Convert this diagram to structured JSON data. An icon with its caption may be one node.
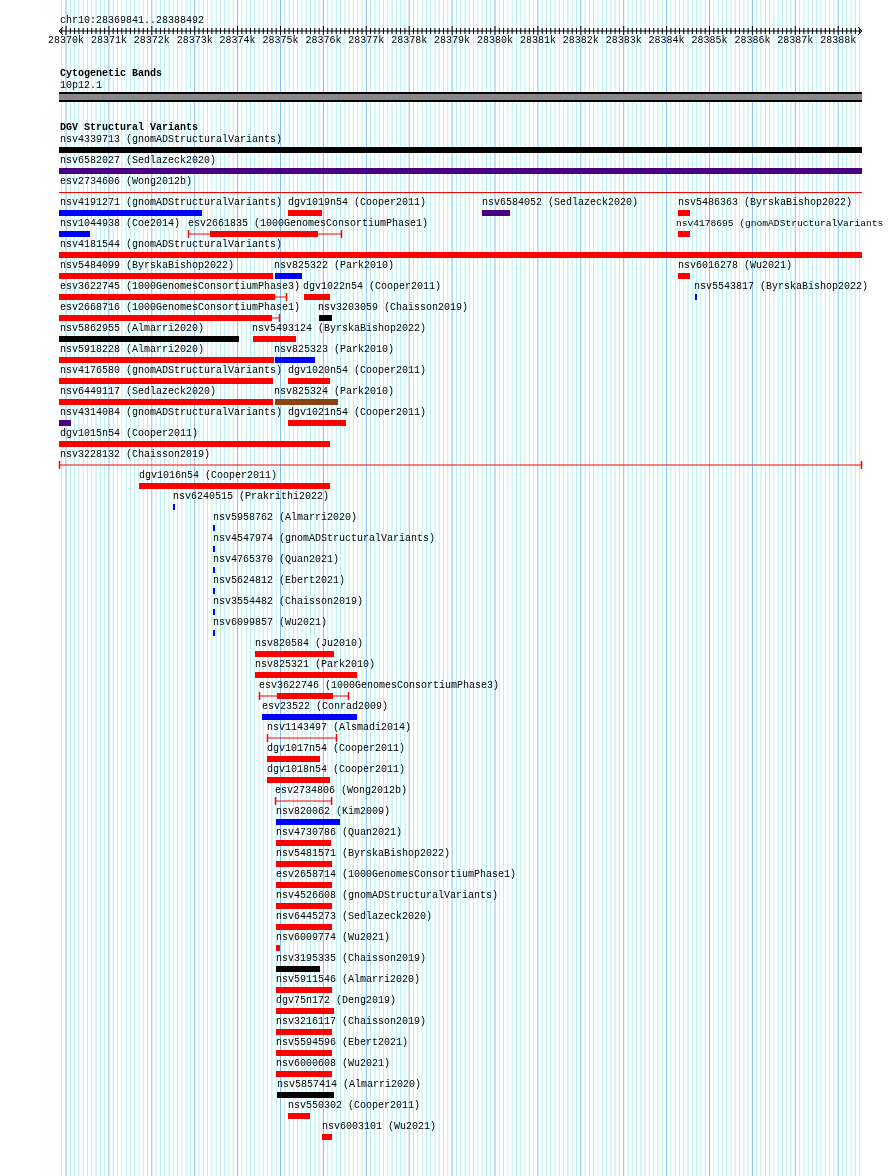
{
  "diagram": {
    "nodes": [
      {
        "text": [],
        "shape": "bar",
        "beside": [
          "10p12.1"
        ]
      },
      {
        "text": [],
        "shape": "bar",
        "beside": [
          "nsv4339713 (gnomADStructuralVariants)"
        ]
      },
      {
        "text": [],
        "shape": "bar",
        "beside": [
          "nsv6582027 (Sedlazeck2020)"
        ]
      },
      {
        "text": [],
        "shape": "bar",
        "beside": [
          "esv2734606 (Wong2012b)"
        ]
      },
      {
        "text": [],
        "shape": "bar",
        "beside": [
          "nsv4191271 (gnomADStructuralVariants)"
        ]
      },
      {
        "text": [],
        "shape": "bar",
        "beside": [
          "dgv1019n54 (Cooper2011)"
        ]
      },
      {
        "text": [],
        "shape": "bar",
        "beside": [
          "nsv6584052 (Sedlazeck2020)"
        ]
      },
      {
        "text": [],
        "shape": "bar",
        "beside": [
          "nsv5486363 (ByrskaBishop2022)"
        ]
      },
      {
        "text": [],
        "shape": "bar",
        "beside": [
          "nsv1044938 (Coe2014)"
        ]
      },
      {
        "text": [],
        "shape": "bar",
        "beside": [
          "esv2661835 (1000GenomesConsortiumPhase1)"
        ]
      },
      {
        "text": [],
        "shape": "bar",
        "beside": [
          "nsv4178695 (gnomADStructuralVariants"
        ]
      },
      {
        "text": [],
        "shape": "bar",
        "beside": [
          "nsv4181544 (gnomADStructuralVariants)"
        ]
      },
      {
        "text": [],
        "shape": "bar",
        "beside": [
          "nsv5484099 (ByrskaBishop2022)"
        ]
      },
      {
        "text": [],
        "shape": "bar",
        "beside": [
          "nsv825322 (Park2010)"
        ]
      },
      {
        "text": [],
        "shape": "bar",
        "beside": [
          "nsv6016278 (Wu2021)"
        ]
      },
      {
        "text": [],
        "shape": "bar",
        "beside": [
          "esv3622745 (1000GenomesConsortiumPhase3)"
        ]
      },
      {
        "text": [],
        "shape": "bar",
        "beside": [
          "dgv1022n54 (Cooper2011)"
        ]
      },
      {
        "text": [],
        "shape": "bar",
        "beside": [
          "nsv5543817 (ByrskaBishop2022)"
        ]
      },
      {
        "text": [],
        "shape": "bar",
        "beside": [
          "esv2668716 (1000GenomesConsortiumPhase1)"
        ]
      },
      {
        "text": [],
        "shape": "bar",
        "beside": [
          "nsv3203059 (Chaisson2019)"
        ]
      },
      {
        "text": [],
        "shape": "bar",
        "beside": [
          "nsv5862955 (Almarri2020)"
        ]
      },
      {
        "text": [],
        "shape": "bar",
        "beside": [
          "nsv5493124 (ByrskaBishop2022)"
        ]
      },
      {
        "text": [],
        "shape": "bar",
        "beside": [
          "nsv5918228 (Almarri2020)"
        ]
      },
      {
        "text": [],
        "shape": "bar",
        "beside": [
          "nsv825323 (Park2010)"
        ]
      },
      {
        "text": [],
        "shape": "bar",
        "beside": [
          "nsv4176580 (gnomADStructuralVariants)"
        ]
      },
      {
        "text": [],
        "shape": "bar",
        "beside": [
          "dgv1020n54 (Cooper2011)"
        ]
      },
      {
        "text": [],
        "shape": "bar",
        "beside": [
          "nsv6449117 (Sedlazeck2020)"
        ]
      },
      {
        "text": [],
        "shape": "bar",
        "beside": [
          "nsv825324 (Park2010)"
        ]
      },
      {
        "text": [],
        "shape": "bar",
        "beside": [
          "nsv4314084 (gnomADStructuralVariants)"
        ]
      },
      {
        "text": [],
        "shape": "bar",
        "beside": [
          "dgv1021n54 (Cooper2011)"
        ]
      },
      {
        "text": [],
        "shape": "bar",
        "beside": [
          "dgv1015n54 (Cooper2011)"
        ]
      },
      {
        "text": [],
        "shape": "bar",
        "beside": [
          "nsv3228132 (Chaisson2019)"
        ]
      },
      {
        "text": [],
        "shape": "bar",
        "beside": [
          "dgv1016n54 (Cooper2011)"
        ]
      },
      {
        "text": [],
        "shape": "bar",
        "beside": [
          "nsv6240515 (Prakrithi2022)"
        ]
      },
      {
        "text": [],
        "shape": "bar",
        "beside": [
          "nsv5958762 (Almarri2020)"
        ]
      },
      {
        "text": [],
        "shape": "bar",
        "beside": [
          "nsv4547974 (gnomADStructuralVariants)"
        ]
      },
      {
        "text": [],
        "shape": "bar",
        "beside": [
          "nsv4765370 (Quan2021)"
        ]
      },
      {
        "text": [],
        "shape": "bar",
        "beside": [
          "nsv5624812 (Ebert2021)"
        ]
      },
      {
        "text": [],
        "shape": "bar",
        "beside": [
          "nsv3554482 (Chaisson2019)"
        ]
      },
      {
        "text": [],
        "shape": "bar",
        "beside": [
          "nsv6099857 (Wu2021)"
        ]
      },
      {
        "text": [],
        "shape": "bar",
        "beside": [
          "nsv820584 (Ju2010)"
        ]
      },
      {
        "text": [],
        "shape": "bar",
        "beside": [
          "nsv825321 (Park2010)"
        ]
      },
      {
        "text": [],
        "shape": "bar",
        "beside": [
          "esv3622746 (1000GenomesConsortiumPhase3)"
        ]
      },
      {
        "text": [],
        "shape": "bar",
        "beside": [
          "esv23522 (Conrad2009)"
        ]
      },
      {
        "text": [],
        "shape": "bar",
        "beside": [
          "nsv1143497 (Alsmadi2014)"
        ]
      },
      {
        "text": [],
        "shape": "bar",
        "beside": [
          "dgv1017n54 (Cooper2011)"
        ]
      },
      {
        "text": [],
        "shape": "bar",
        "beside": [
          "dgv1018n54 (Cooper2011)"
        ]
      },
      {
        "text": [],
        "shape": "bar",
        "beside": [
          "esv2734806 (Wong2012b)"
        ]
      },
      {
        "text": [],
        "shape": "bar",
        "beside": [
          "nsv820062 (Kim2009)"
        ]
      },
      {
        "text": [],
        "shape": "bar",
        "beside": [
          "nsv4730786 (Quan2021)"
        ]
      },
      {
        "text": [],
        "shape": "bar",
        "beside": [
          "nsv5481571 (ByrskaBishop2022)"
        ]
      },
      {
        "text": [],
        "shape": "bar",
        "beside": [
          "esv2658714 (1000GenomesConsortiumPhase1)"
        ]
      },
      {
        "text": [],
        "shape": "bar",
        "beside": [
          "nsv4526608 (gnomADStructuralVariants)"
        ]
      },
      {
        "text": [],
        "shape": "bar",
        "beside": [
          "nsv6445273 (Sedlazeck2020)"
        ]
      },
      {
        "text": [],
        "shape": "bar",
        "beside": [
          "nsv6009774 (Wu2021)"
        ]
      },
      {
        "text": [],
        "shape": "bar",
        "beside": [
          "nsv3195335 (Chaisson2019)"
        ]
      },
      {
        "text": [],
        "shape": "bar",
        "beside": [
          "nsv5911546 (Almarri2020)"
        ]
      },
      {
        "text": [],
        "shape": "bar",
        "beside": [
          "dgv75n172 (Deng2019)"
        ]
      },
      {
        "text": [],
        "shape": "bar",
        "beside": [
          "nsv3216117 (Chaisson2019)"
        ]
      },
      {
        "text": [],
        "shape": "bar",
        "beside": [
          "nsv5594596 (Ebert2021)"
        ]
      },
      {
        "text": [],
        "shape": "bar",
        "beside": [
          "nsv6000608 (Wu2021)"
        ]
      },
      {
        "text": [],
        "shape": "bar",
        "beside": [
          "nsv5857414 (Almarri2020)"
        ]
      },
      {
        "text": [],
        "shape": "bar",
        "beside": [
          "nsv550302 (Cooper2011)"
        ]
      },
      {
        "text": [],
        "shape": "bar",
        "beside": [
          "nsv6003101 (Wu2021)"
        ]
      }
    ],
    "labels": [
      "chr10:28369841..28388492",
      "28370k",
      "28371k",
      "28372k",
      "28373k",
      "28374k",
      "28375k",
      "28376k",
      "28377k",
      "28378k",
      "28379k",
      "28380k",
      "28381k",
      "28382k",
      "28383k",
      "28384k",
      "28385k",
      "28386k",
      "28387k",
      "28388k",
      "Cytogenetic Bands",
      "DGV Structural Variants"
    ]
  }
}
